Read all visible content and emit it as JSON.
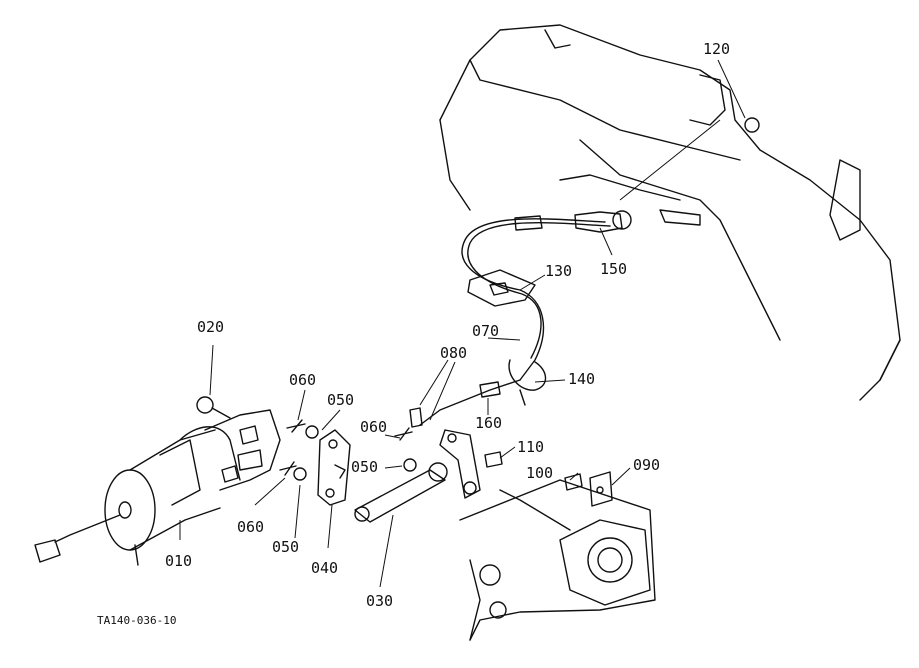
{
  "diagram": {
    "figure_code": "TA140-036-10",
    "callouts": [
      {
        "id": "010",
        "label": "010"
      },
      {
        "id": "020",
        "label": "020"
      },
      {
        "id": "030",
        "label": "030"
      },
      {
        "id": "040",
        "label": "040"
      },
      {
        "id": "050a",
        "label": "050"
      },
      {
        "id": "050b",
        "label": "050"
      },
      {
        "id": "050c",
        "label": "050"
      },
      {
        "id": "060a",
        "label": "060"
      },
      {
        "id": "060b",
        "label": "060"
      },
      {
        "id": "060c",
        "label": "060"
      },
      {
        "id": "070",
        "label": "070"
      },
      {
        "id": "080",
        "label": "080"
      },
      {
        "id": "090",
        "label": "090"
      },
      {
        "id": "100",
        "label": "100"
      },
      {
        "id": "110",
        "label": "110"
      },
      {
        "id": "120",
        "label": "120"
      },
      {
        "id": "130",
        "label": "130"
      },
      {
        "id": "140",
        "label": "140"
      },
      {
        "id": "150",
        "label": "150"
      },
      {
        "id": "160",
        "label": "160"
      }
    ]
  }
}
